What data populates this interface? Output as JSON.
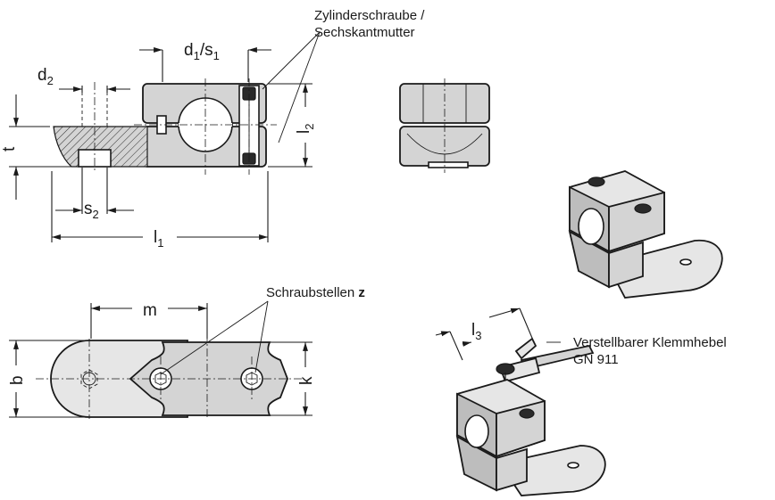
{
  "labels": {
    "d1_s1": {
      "main": "d",
      "sub1": "1",
      "sep": "/s",
      "sub2": "1"
    },
    "d2": {
      "main": "d",
      "sub": "2"
    },
    "t": "t",
    "s2": {
      "main": "s",
      "sub": "2"
    },
    "l1": {
      "main": "l",
      "sub": "1"
    },
    "l2": {
      "main": "l",
      "sub": "2"
    },
    "l3": {
      "main": "l",
      "sub": "3"
    },
    "m": "m",
    "b": "b",
    "k": "k"
  },
  "callouts": {
    "screw_line1": "Zylinderschraube /",
    "screw_line2": "Sechskantmutter",
    "screw_points": "Schraubstellen",
    "screw_points_var": "z",
    "lever_line1": "Verstellbarer Klemmhebel",
    "lever_line2": "GN 911"
  }
}
